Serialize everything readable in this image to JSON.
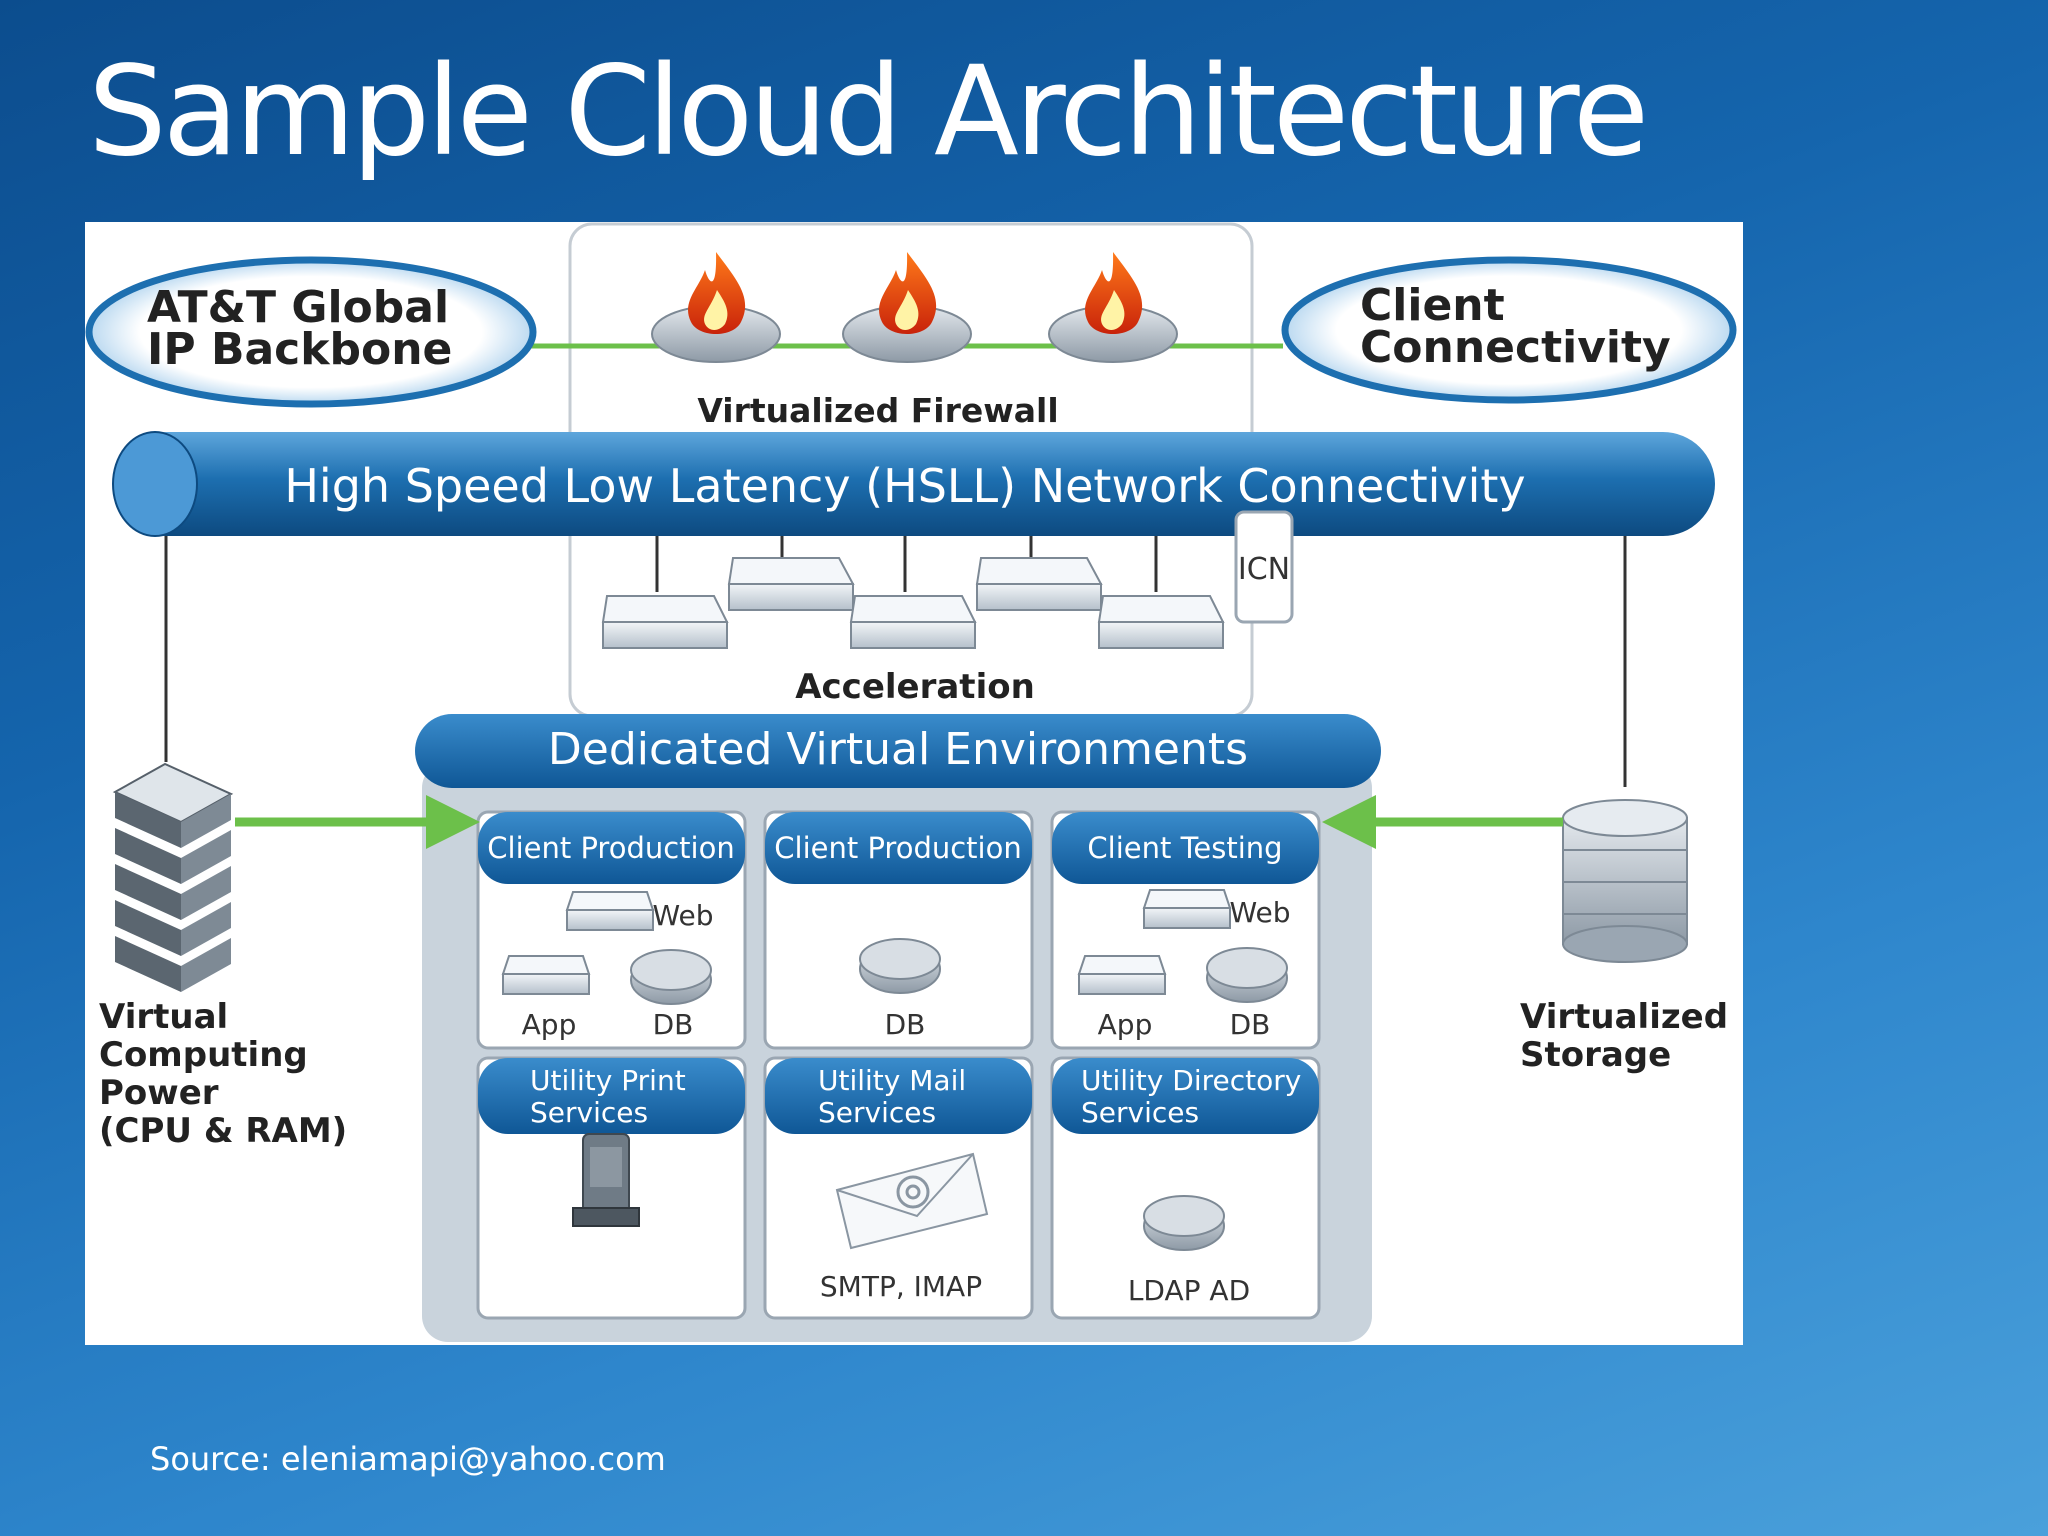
{
  "slide": {
    "title": "Sample Cloud Architecture",
    "source": "Source: eleniamapi@yahoo.com"
  },
  "diagram": {
    "backbone_label_line1": "AT&T Global",
    "backbone_label_line2": "IP Backbone",
    "client_conn_line1": "Client",
    "client_conn_line2": "Connectivity",
    "firewall_label": "Virtualized Firewall",
    "hsll_label": "High Speed Low Latency (HSLL) Network Connectivity",
    "icn_label": "ICN",
    "acceleration_label": "Acceleration",
    "dve_label": "Dedicated Virtual Environments",
    "compute_label": [
      "Virtual",
      "Computing",
      "Power",
      "(CPU & RAM)"
    ],
    "storage_label": [
      "Virtualized",
      "Storage"
    ],
    "environments": [
      {
        "title": "Client Production",
        "web": "Web",
        "app": "App",
        "db": "DB"
      },
      {
        "title": "Client Production",
        "db": "DB"
      },
      {
        "title": "Client Testing",
        "web": "Web",
        "app": "App",
        "db": "DB"
      }
    ],
    "utilities": [
      {
        "title_line1": "Utility Print",
        "title_line2": "Services",
        "caption": ""
      },
      {
        "title_line1": "Utility Mail",
        "title_line2": "Services",
        "caption": "SMTP, IMAP"
      },
      {
        "title_line1": "Utility Directory",
        "title_line2": "Services",
        "caption": "LDAP AD"
      }
    ],
    "colors": {
      "accent_blue": "#1d6fb0",
      "link_green": "#6cc04a",
      "panel_gray": "#c9d3dc"
    }
  }
}
